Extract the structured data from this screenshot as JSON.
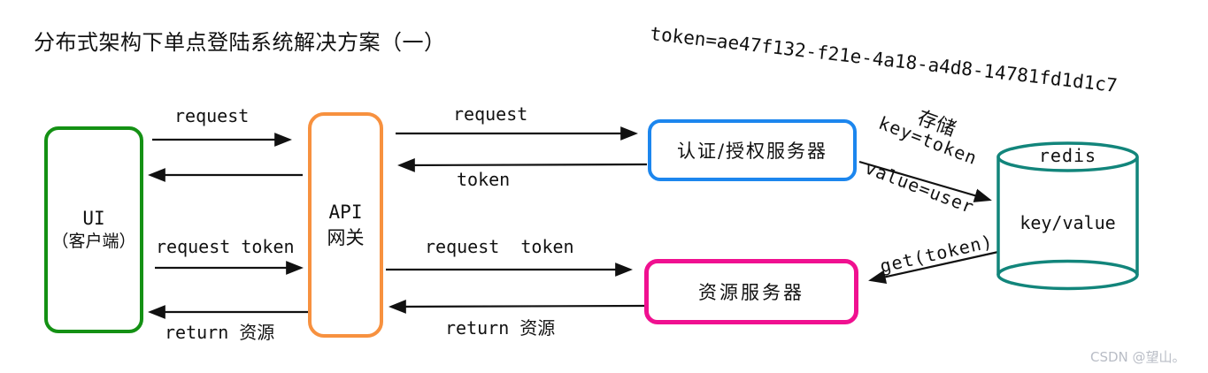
{
  "title": "分布式架构下单点登陆系统解决方案（一）",
  "token_note": "token=ae47f132-f21e-4a18-a4d8-14781fd1d1c7",
  "watermark": "CSDN @望山。",
  "nodes": {
    "ui": {
      "line1": "UI",
      "line2": "（客户端）"
    },
    "gateway": {
      "line1": "API",
      "line2": "网关"
    },
    "auth_server": {
      "label": "认证/授权服务器"
    },
    "resource_server": {
      "label": "资源服务器"
    },
    "redis": {
      "name": "redis",
      "body": "key/value"
    }
  },
  "edge_labels": {
    "ui_to_gateway_request": "request",
    "gateway_to_auth_request": "request",
    "auth_to_gateway_token": "token",
    "ui_to_gateway_request_token": "request token",
    "gateway_to_ui_return": "return 资源",
    "gateway_to_resource_request_token": "request  token",
    "resource_to_gateway_return": "return 资源",
    "store": "存储",
    "store_key": "key=token",
    "store_value": "value=user",
    "get_token": "get(token)"
  },
  "colors": {
    "ui_border": "#149114",
    "gateway_border": "#f7913f",
    "auth_border": "#1c86ee",
    "resource_border": "#f01090",
    "redis_stroke": "#12857b",
    "arrow": "#111111",
    "watermark": "#b9bdc6"
  }
}
